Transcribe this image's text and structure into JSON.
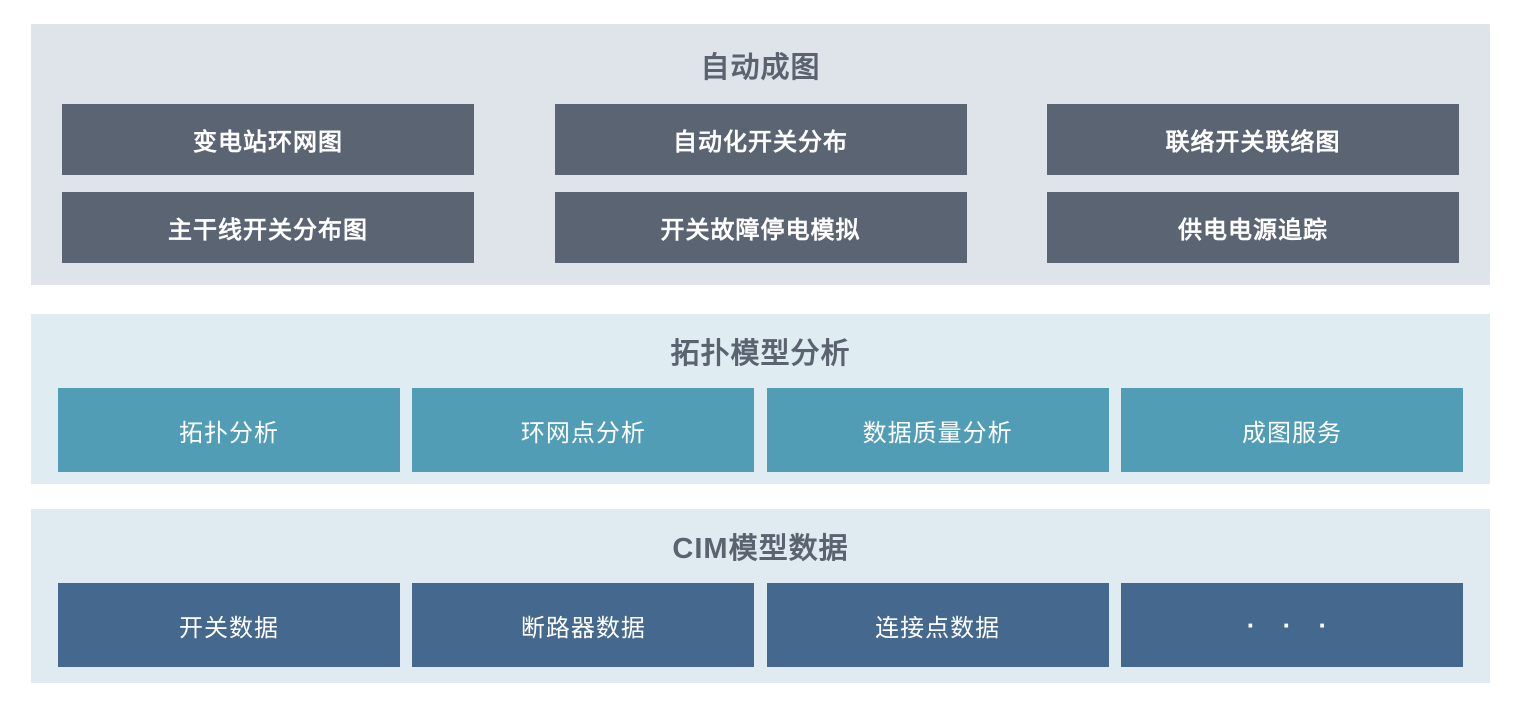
{
  "colors": {
    "page_background": "#ffffff",
    "layer1_background": "#dfe3ea",
    "layer1_box": "#5a6472",
    "layer2_background": "#dfecf2",
    "layer2_box": "#529db6",
    "layer3_background": "#dfebf1",
    "layer3_box": "#45688f",
    "title_text": "#5b6370",
    "box_text": "#ffffff"
  },
  "sections": [
    {
      "title": "自动成图",
      "rows": [
        [
          "变电站环网图",
          "自动化开关分布",
          "联络开关联络图"
        ],
        [
          "主干线开关分布图",
          "开关故障停电模拟",
          "供电电源追踪"
        ]
      ]
    },
    {
      "title": "拓扑模型分析",
      "rows": [
        [
          "拓扑分析",
          "环网点分析",
          "数据质量分析",
          "成图服务"
        ]
      ]
    },
    {
      "title": "CIM模型数据",
      "rows": [
        [
          "开关数据",
          "断路器数据",
          "连接点数据",
          "· · ·"
        ]
      ]
    }
  ]
}
